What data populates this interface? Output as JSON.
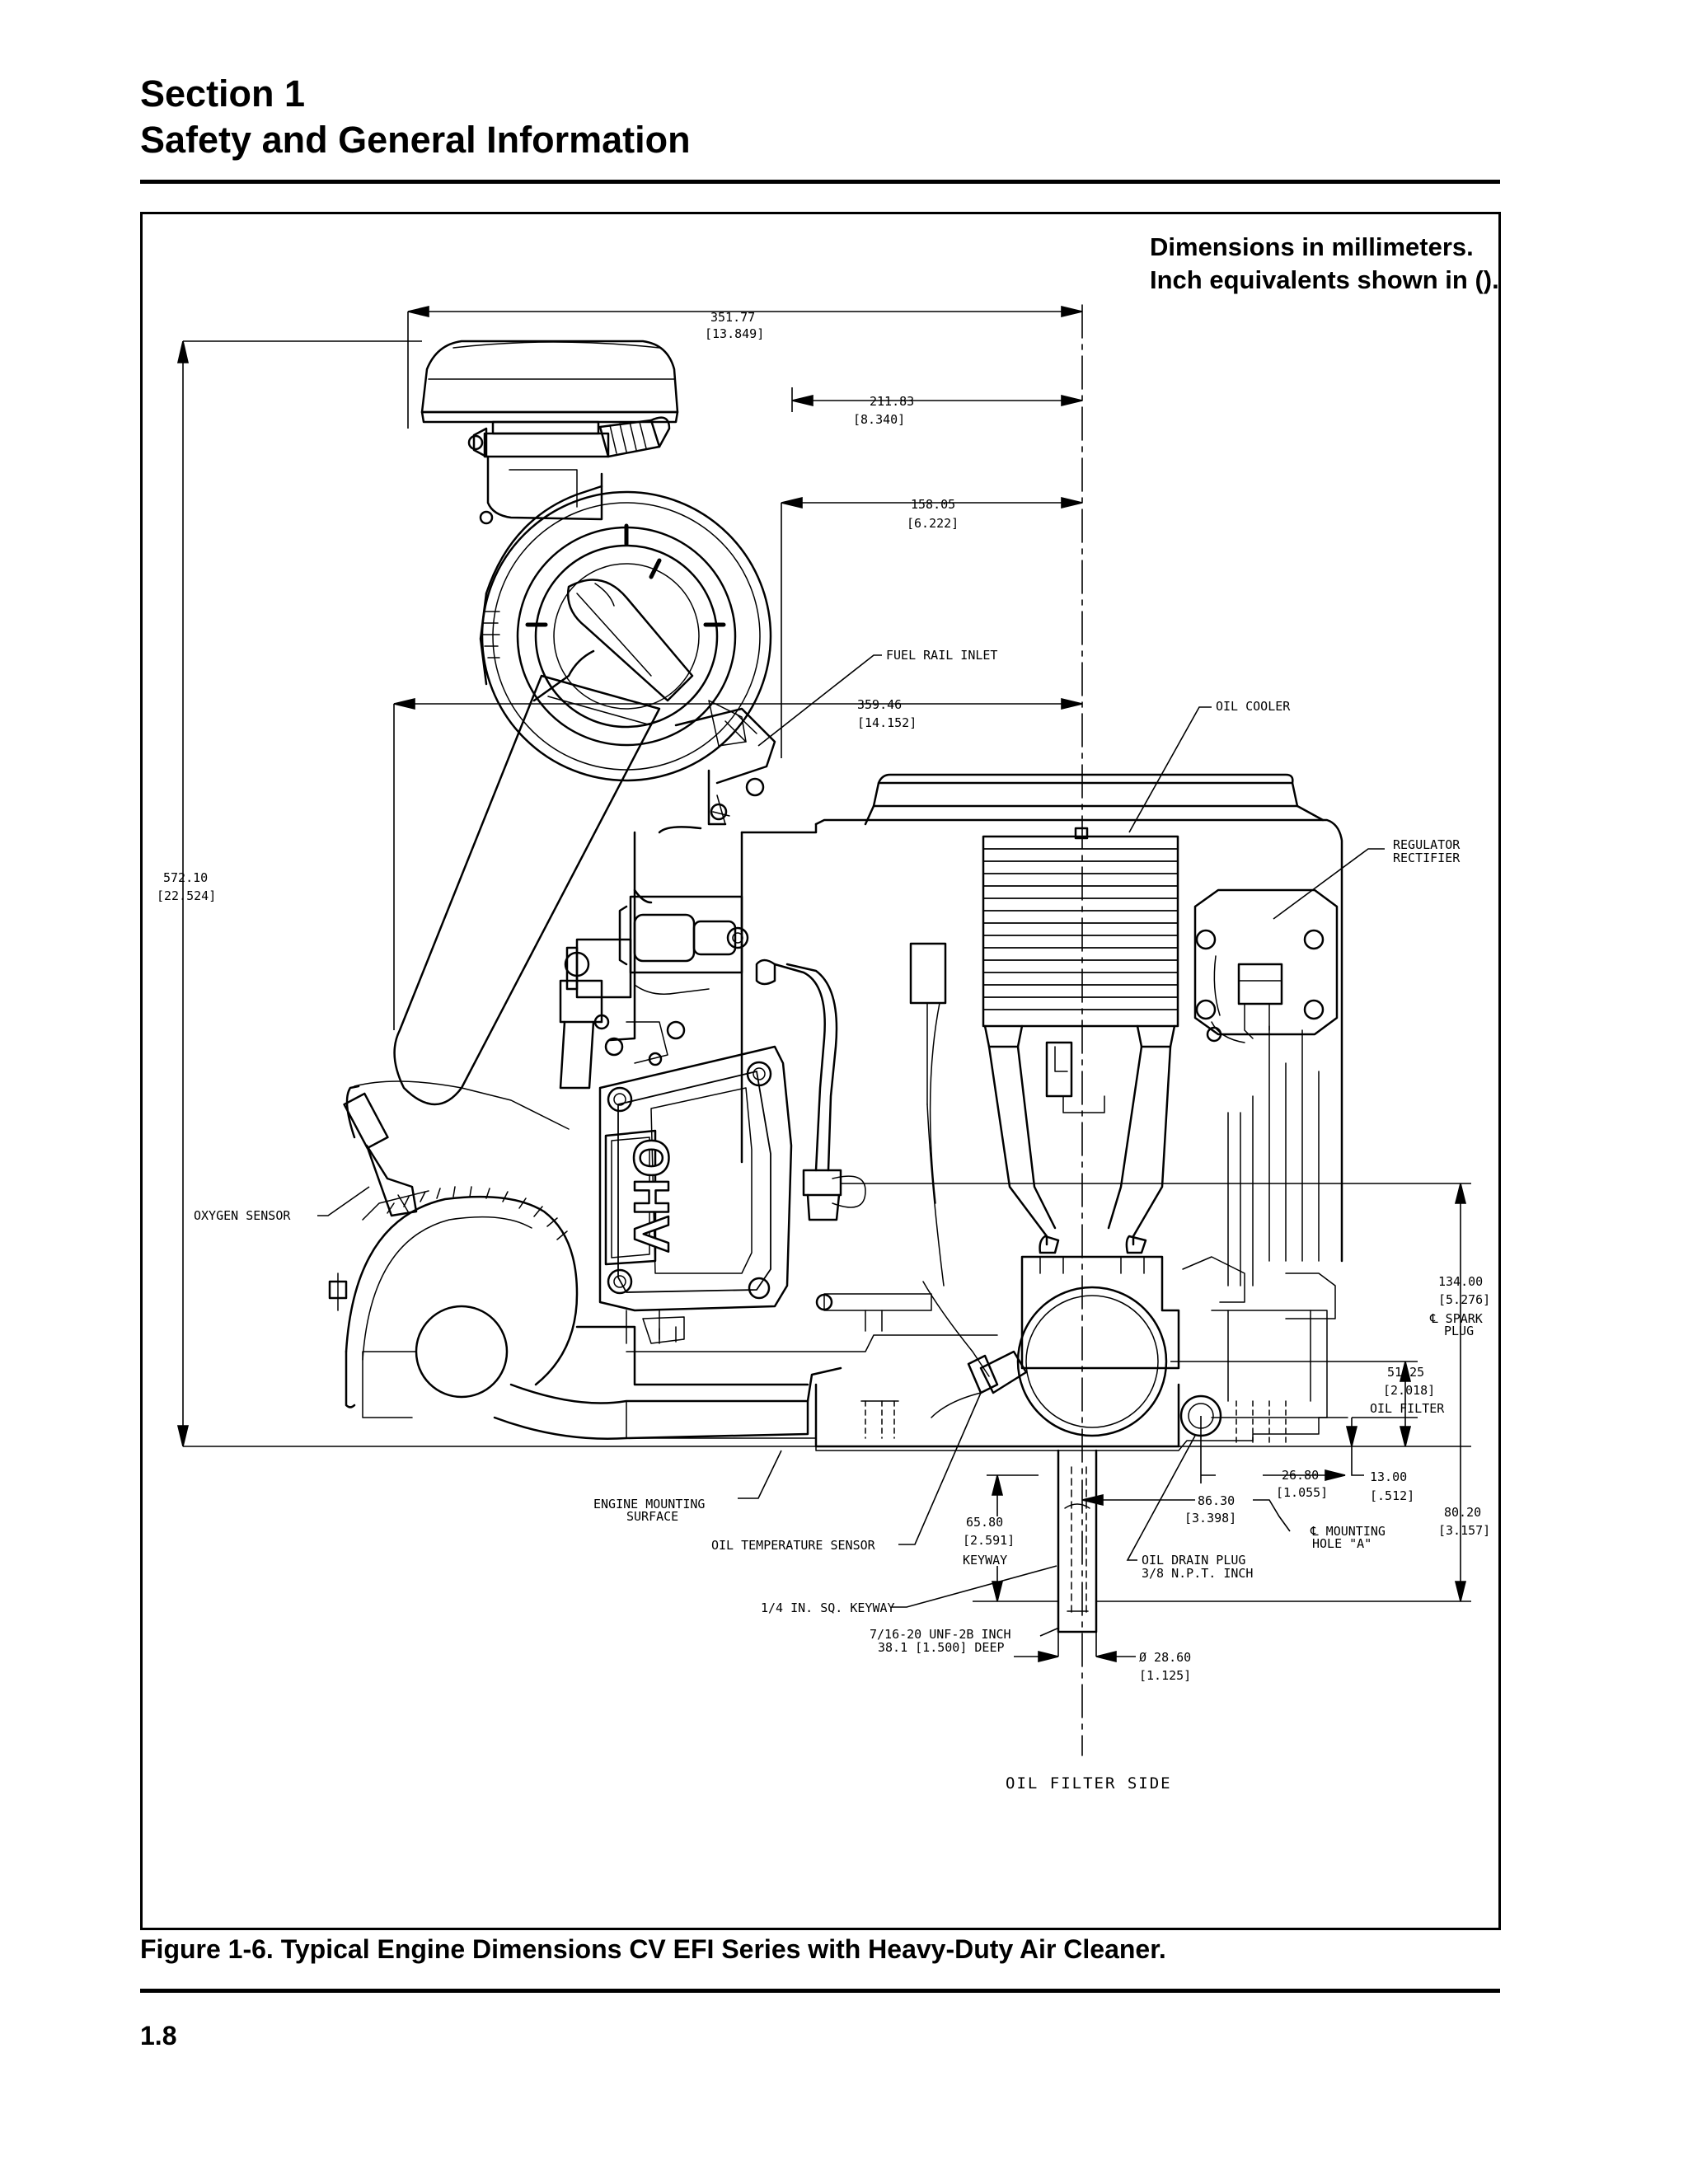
{
  "header": {
    "section": "Section 1",
    "title": "Safety and General Information"
  },
  "figure": {
    "note_line1": "Dimensions in millimeters.",
    "note_line2": "Inch equivalents shown in ().",
    "caption": "Figure 1-6. Typical Engine Dimensions CV EFI Series with Heavy-Duty Air Cleaner.",
    "view_label": "OIL FILTER SIDE",
    "logo_text": "OHV",
    "dims": {
      "d351": "351.77",
      "d351_in": "[13.849]",
      "d211": "211.83",
      "d211_in": "[8.340]",
      "d158": "158.05",
      "d158_in": "[6.222]",
      "d359": "359.46",
      "d359_in": "[14.152]",
      "d572": "572.10",
      "d572_in": "[22.524]",
      "d134": "134.00",
      "d134_in": "[5.276]",
      "d51": "51.25",
      "d51_in": "[2.018]",
      "d26": "26.80",
      "d26_in": "[1.055]",
      "d13": "13.00",
      "d13_in": "[.512]",
      "d86": "86.30",
      "d86_in": "[3.398]",
      "d80": "80.20",
      "d80_in": "[3.157]",
      "d65": "65.80",
      "d65_in": "[2.591]",
      "d28": "Ø 28.60",
      "d28_in": "[1.125]"
    },
    "labels": {
      "fuel_rail_inlet": "FUEL RAIL INLET",
      "oil_cooler": "OIL COOLER",
      "regulator_1": "REGULATOR",
      "regulator_2": "RECTIFIER",
      "oxygen_sensor": "OXYGEN SENSOR",
      "spark_plug_1": "℄ SPARK",
      "spark_plug_2": "PLUG",
      "oil_filter": "OIL FILTER",
      "mount_surface_1": "ENGINE MOUNTING",
      "mount_surface_2": "SURFACE",
      "oil_temp_sensor": "OIL TEMPERATURE SENSOR",
      "keyway": "KEYWAY",
      "mounting_hole_1": "℄ MOUNTING",
      "mounting_hole_2": "HOLE \"A\"",
      "oil_drain_1": "OIL DRAIN PLUG",
      "oil_drain_2": "3/8 N.P.T. INCH",
      "sq_keyway": "1/4 IN. SQ. KEYWAY",
      "thread_1": "7/16-20 UNF-2B INCH",
      "thread_2": "38.1 [1.500] DEEP"
    }
  },
  "footer": {
    "page": "1.8"
  }
}
